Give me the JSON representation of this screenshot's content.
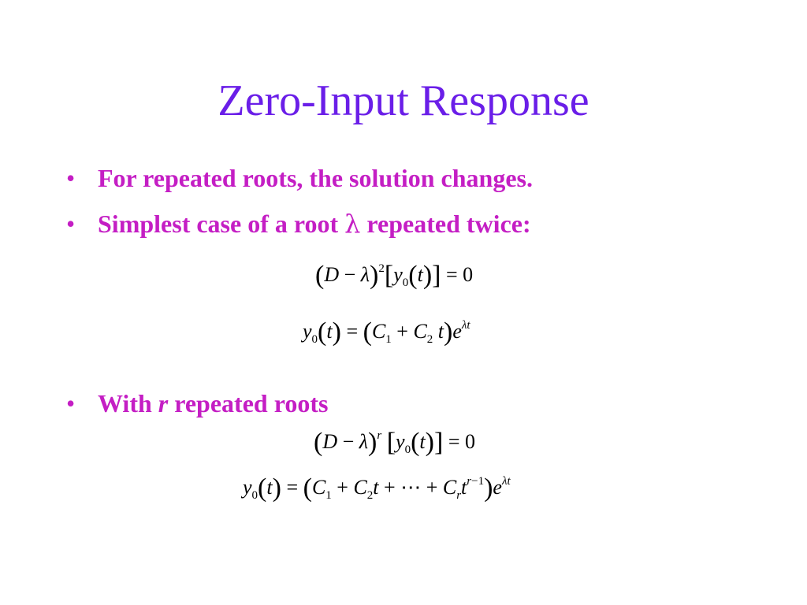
{
  "slide": {
    "title": "Zero-Input Response",
    "bullets": {
      "b1": "For repeated roots, the solution changes.",
      "b2_pre": "Simplest case of a root ",
      "b2_sym": "λ",
      "b2_post": " repeated twice:",
      "b3_pre": "With ",
      "b3_var": "r",
      "b3_post": " repeated roots"
    },
    "bullet_glyph": "•",
    "colors": {
      "title": "#6a1ee8",
      "bullet_text": "#c41ec4",
      "equation": "#000000",
      "background": "#ffffff"
    },
    "equations": {
      "eq1": "(D − λ)²[y₀(t)] = 0",
      "eq2": "y₀(t) = (C₁ + C₂ t)e^{λt}",
      "eq3": "(D − λ)^r [y₀(t)] = 0",
      "eq4": "y₀(t) = (C₁ + C₂t + ⋯ + C_r t^{r−1})e^{λt}"
    }
  }
}
